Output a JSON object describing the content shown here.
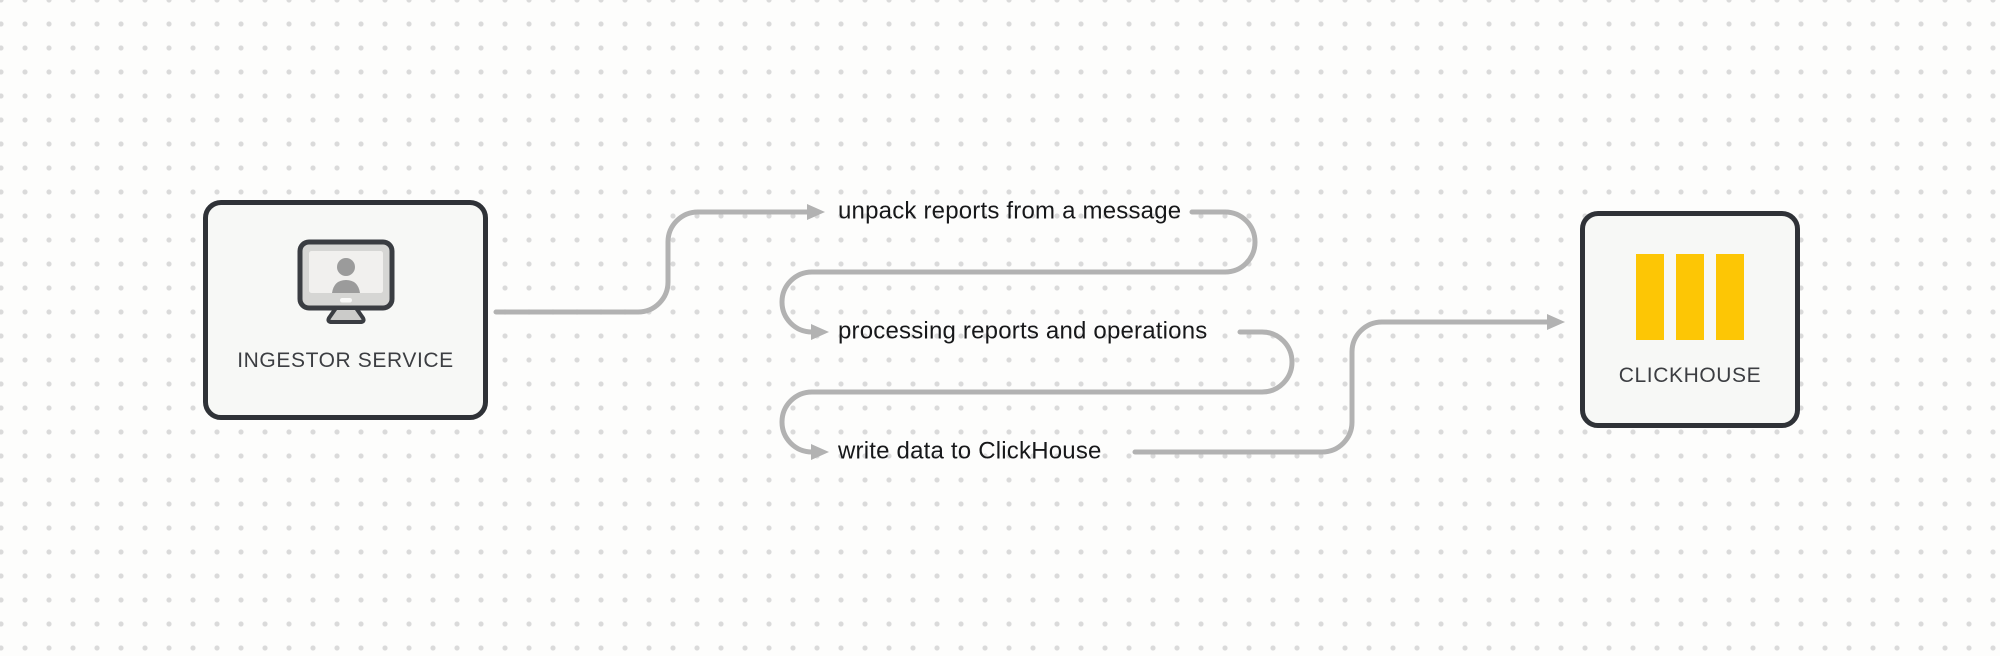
{
  "diagram": {
    "type": "flow-diagram",
    "nodes": [
      {
        "id": "ingestor-service",
        "label": "INGESTOR SERVICE",
        "icon": "monitor-user-icon"
      },
      {
        "id": "clickhouse",
        "label": "CLICKHOUSE",
        "icon": "clickhouse-bars-icon"
      }
    ],
    "steps": [
      {
        "index": 1,
        "label": "unpack reports from a message"
      },
      {
        "index": 2,
        "label": "processing reports and operations"
      },
      {
        "index": 3,
        "label": "write data to ClickHouse"
      }
    ],
    "connections": [
      {
        "from": "INGESTOR SERVICE",
        "to": "unpack reports from a message"
      },
      {
        "from": "unpack reports from a message",
        "to": "processing reports and operations"
      },
      {
        "from": "processing reports and operations",
        "to": "write data to ClickHouse"
      },
      {
        "from": "write data to ClickHouse",
        "to": "CLICKHOUSE"
      }
    ]
  },
  "colors": {
    "background": "#fdfdfc",
    "grid_dot": "#dadada",
    "connector": "#b2b2b2",
    "node_border": "#2f3237",
    "node_fill": "#f7f8f6",
    "node_label_text": "#3c3e42",
    "step_text": "#17181a",
    "clickhouse_yellow": "#fdc605",
    "monitor_frame": "#3a3d42",
    "monitor_bezel": "#d6d6d4",
    "monitor_screen": "#f1f0ee",
    "monitor_person": "#9b9b9b",
    "monitor_stand": "#cbcbc9"
  }
}
